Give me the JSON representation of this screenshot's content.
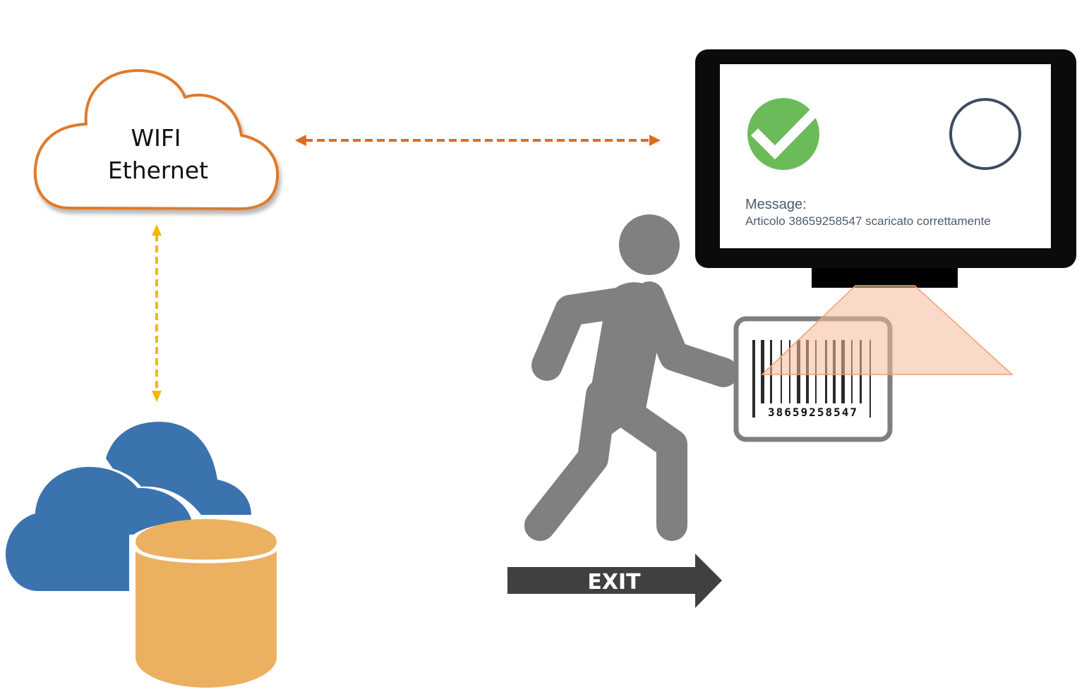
{
  "network": {
    "line1": "WIFI",
    "line2": "Ethernet"
  },
  "display": {
    "message_label": "Message:",
    "message_text": "Articolo 38659258547 scaricato correttamente"
  },
  "barcode": {
    "digits": "38659258547"
  },
  "exit": {
    "label": "EXIT"
  },
  "colors": {
    "network_cloud_stroke": "#e07a2a",
    "orange_link": "#e06a20",
    "yellow_link": "#f5b800",
    "cloud_blue": "#3b73ae",
    "database": "#ebb060",
    "success_green": "#6cbb5a",
    "status_ring": "#3d4c5e",
    "person_gray": "#808080",
    "exit_arrow": "#404040",
    "scan_beam": "#f5b99a"
  }
}
